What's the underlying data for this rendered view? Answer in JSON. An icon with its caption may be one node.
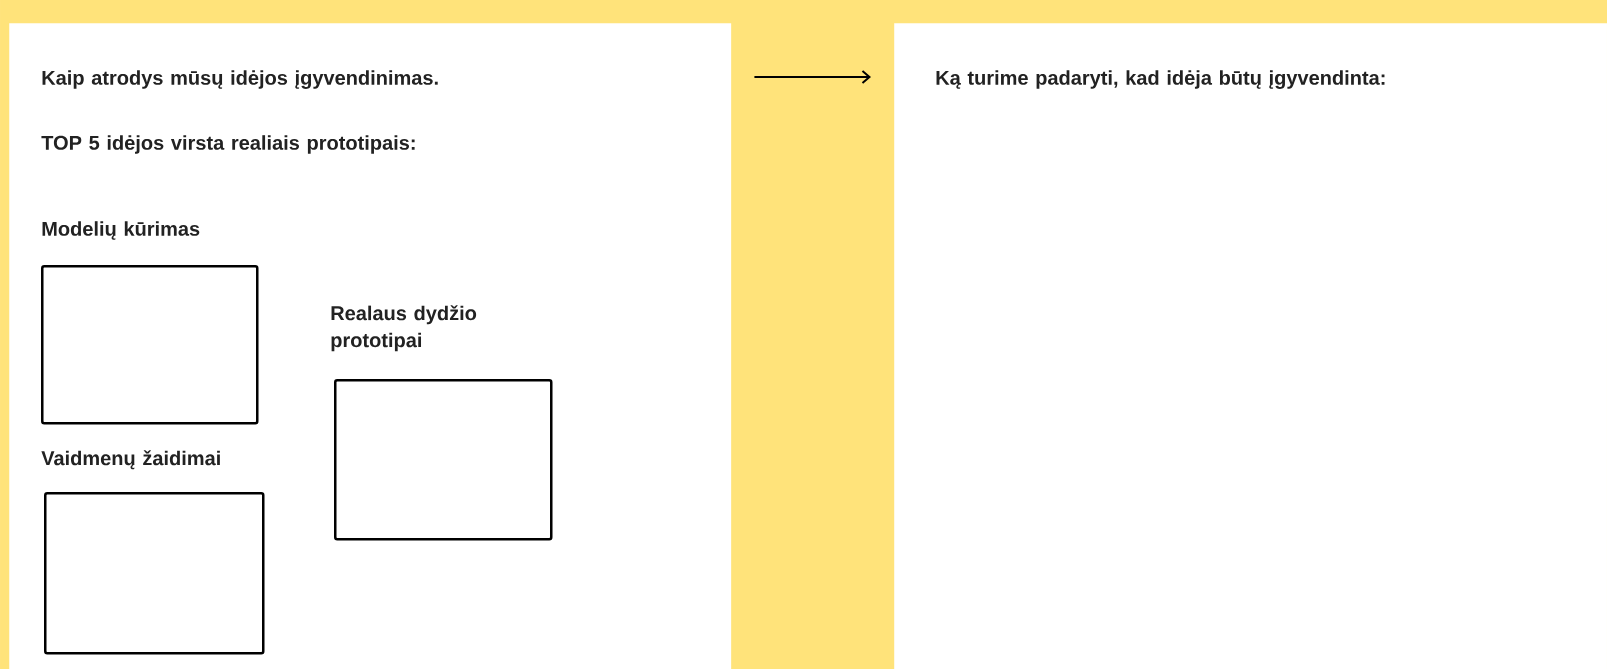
{
  "diagram": {
    "nodes": [
      {
        "text": [
          "Kaip atrodys mūsų idėjos įgyvendinimas.",
          "TOP 5 idėjos virsta realiais prototipais:"
        ]
      },
      {
        "text": [
          "Ką turime padaryti, kad idėja būtų įgyvendinta:"
        ]
      },
      {
        "text": [
          "Modelių kūrimas"
        ],
        "in": 0
      },
      {
        "text": [
          "Realaus dydžio prototipai"
        ],
        "in": 0
      },
      {
        "text": [
          "Vaidmenų žaidimai"
        ],
        "in": 0
      }
    ],
    "edges": [
      {
        "from": 0,
        "to": 1,
        "arrow": "to"
      }
    ]
  }
}
